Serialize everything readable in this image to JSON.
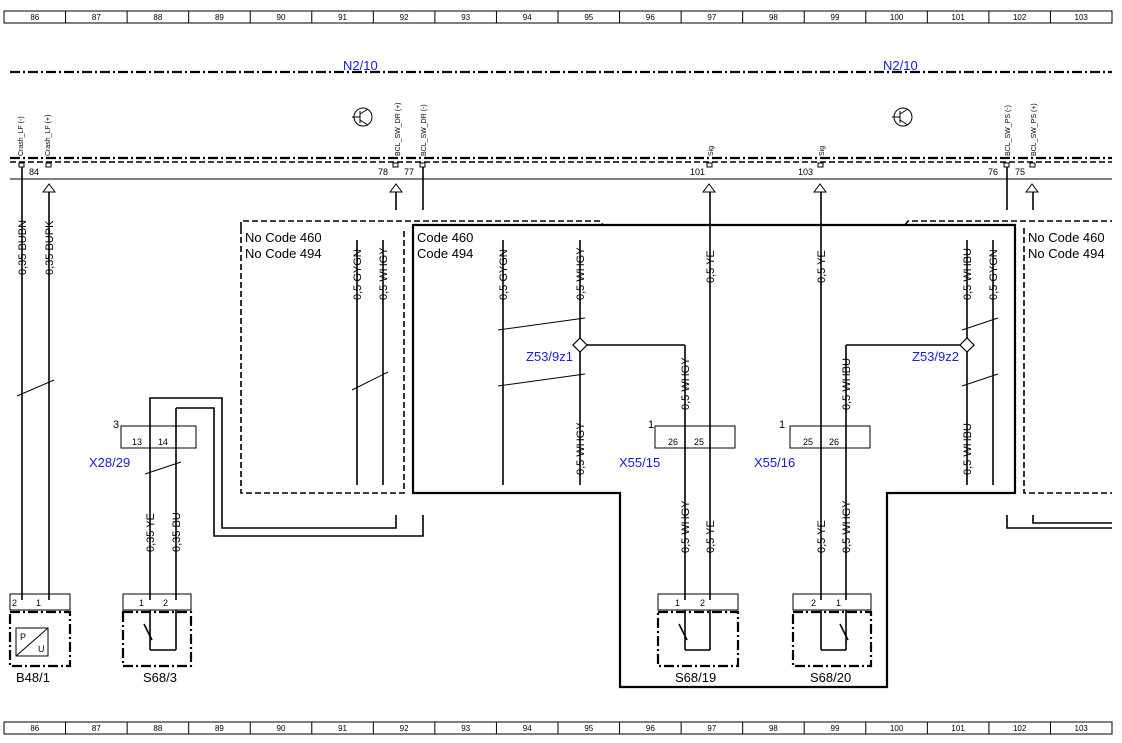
{
  "columns": [
    "86",
    "87",
    "88",
    "89",
    "90",
    "91",
    "92",
    "93",
    "94",
    "95",
    "96",
    "97",
    "98",
    "99",
    "100",
    "101",
    "102",
    "103"
  ],
  "modules": {
    "left": "N2/10",
    "right": "N2/10"
  },
  "pins_top": [
    {
      "name": "Crash_LF (-)",
      "num": "84"
    },
    {
      "name": "Crash_LF (+)",
      "num": ""
    },
    {
      "name": "BCL_SW_DR (+)",
      "num": "78"
    },
    {
      "name": "BCL_SW_DR (-)",
      "num": "77"
    },
    {
      "name": "Sig",
      "num": "101"
    },
    {
      "name": "Sig",
      "num": "103"
    },
    {
      "name": "BCL_SW_PS (-)",
      "num": "76"
    },
    {
      "name": "BCL_SW_PS (+)",
      "num": "75"
    }
  ],
  "code_boxes": {
    "left": {
      "line1": "No Code 460",
      "line2": "No Code 494"
    },
    "mid": {
      "line1": "Code 460",
      "line2": "Code 494"
    },
    "right": {
      "line1": "No Code 460",
      "line2": "No Code 494"
    }
  },
  "wires": {
    "w1": "0,35 BUBN",
    "w2": "0,35 BUPK",
    "w3": "0,5 GYGN",
    "w4": "0,5 WHGY",
    "w5": "0,5 GYGN",
    "w6": "0,5 WHGY",
    "w7": "0,5 YE",
    "w8": "0,5 YE",
    "w9": "0,5 WHBU",
    "w10": "0,5 GYGN",
    "w11": "0,5 WHGY",
    "w12": "0,5 WHBU",
    "w13": "0,5 WHGY",
    "w14": "0,5 WHBU",
    "w15": "0,35 YE",
    "w16": "0,35 BU",
    "w17": "0,5 WHGY",
    "w18": "0,5 YE",
    "w19": "0,5 YE",
    "w20": "0,5 WHGY"
  },
  "splices": {
    "z1": "Z53/9z1",
    "z2": "Z53/9z2"
  },
  "connectors": {
    "x1": {
      "label": "X28/29",
      "num": "3",
      "p1": "13",
      "p2": "14"
    },
    "x2": {
      "label": "X55/15",
      "num": "1",
      "p1": "26",
      "p2": "25"
    },
    "x3": {
      "label": "X55/16",
      "num": "1",
      "p1": "25",
      "p2": "26"
    }
  },
  "components": {
    "b48": {
      "label": "B48/1",
      "p1": "2",
      "p2": "1",
      "sym_top": "P",
      "sym_bot": "U"
    },
    "s68_3": {
      "label": "S68/3",
      "p1": "1",
      "p2": "2"
    },
    "s68_19": {
      "label": "S68/19",
      "p1": "1",
      "p2": "2"
    },
    "s68_20": {
      "label": "S68/20",
      "p1": "2",
      "p2": "1"
    }
  }
}
